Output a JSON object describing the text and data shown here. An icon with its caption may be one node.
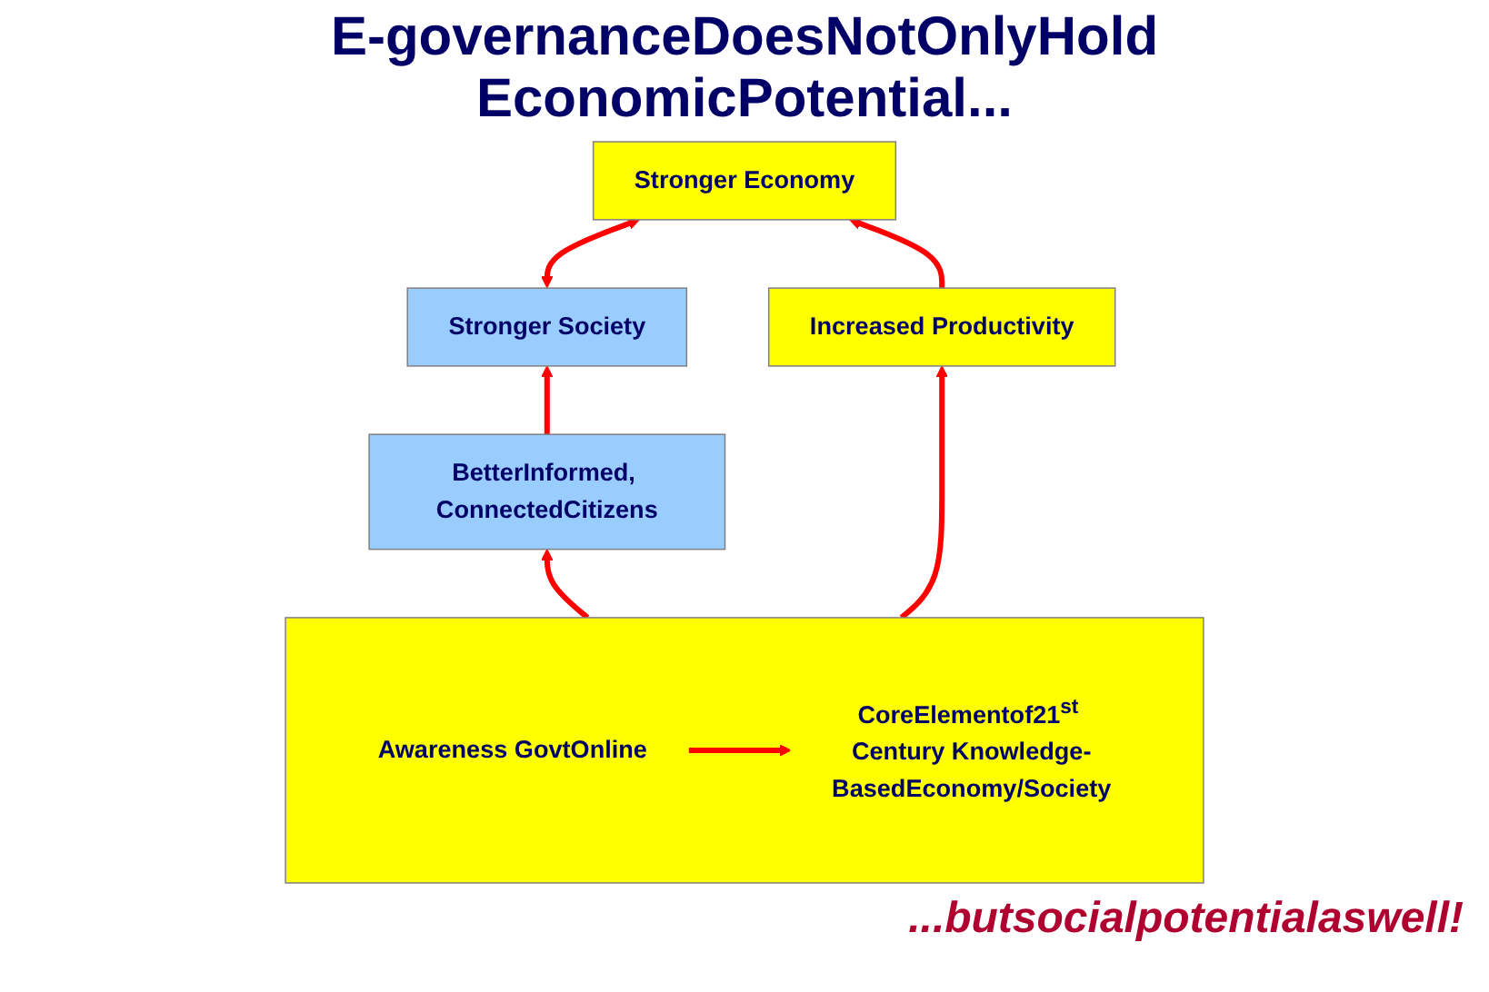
{
  "diagram": {
    "title": "E-governanceDoesNotOnlyHold EconomicPotential...",
    "caption": "...butsocialpotentialaswell!",
    "nodes": [
      {
        "text": [
          "Stronger Society"
        ]
      },
      {
        "text": [
          "Stronger Economy"
        ]
      },
      {
        "text": [
          "BetterInformed, ConnectedCitizens"
        ]
      },
      {
        "text": [
          "Increased Productivity"
        ]
      },
      {
        "text": [],
        "shape": "box"
      },
      {
        "text": [
          "Awareness GovtOnline"
        ],
        "in": 4
      },
      {
        "text": [
          "CoreElementof21$^{st}$ Century Knowledge-BasedEconomy/Society"
        ],
        "in": 4
      }
    ],
    "edges": [
      {
        "from": 0,
        "to": 1,
        "arrow": "both"
      },
      {
        "from": 2,
        "to": 0,
        "arrow": "to"
      },
      {
        "from": 3,
        "to": 1,
        "arrow": "to"
      },
      {
        "from": 4,
        "to": 2,
        "arrow": "to"
      },
      {
        "from": 4,
        "to": 3,
        "arrow": "to"
      },
      {
        "from": 5,
        "to": 6,
        "arrow": "to"
      }
    ]
  }
}
